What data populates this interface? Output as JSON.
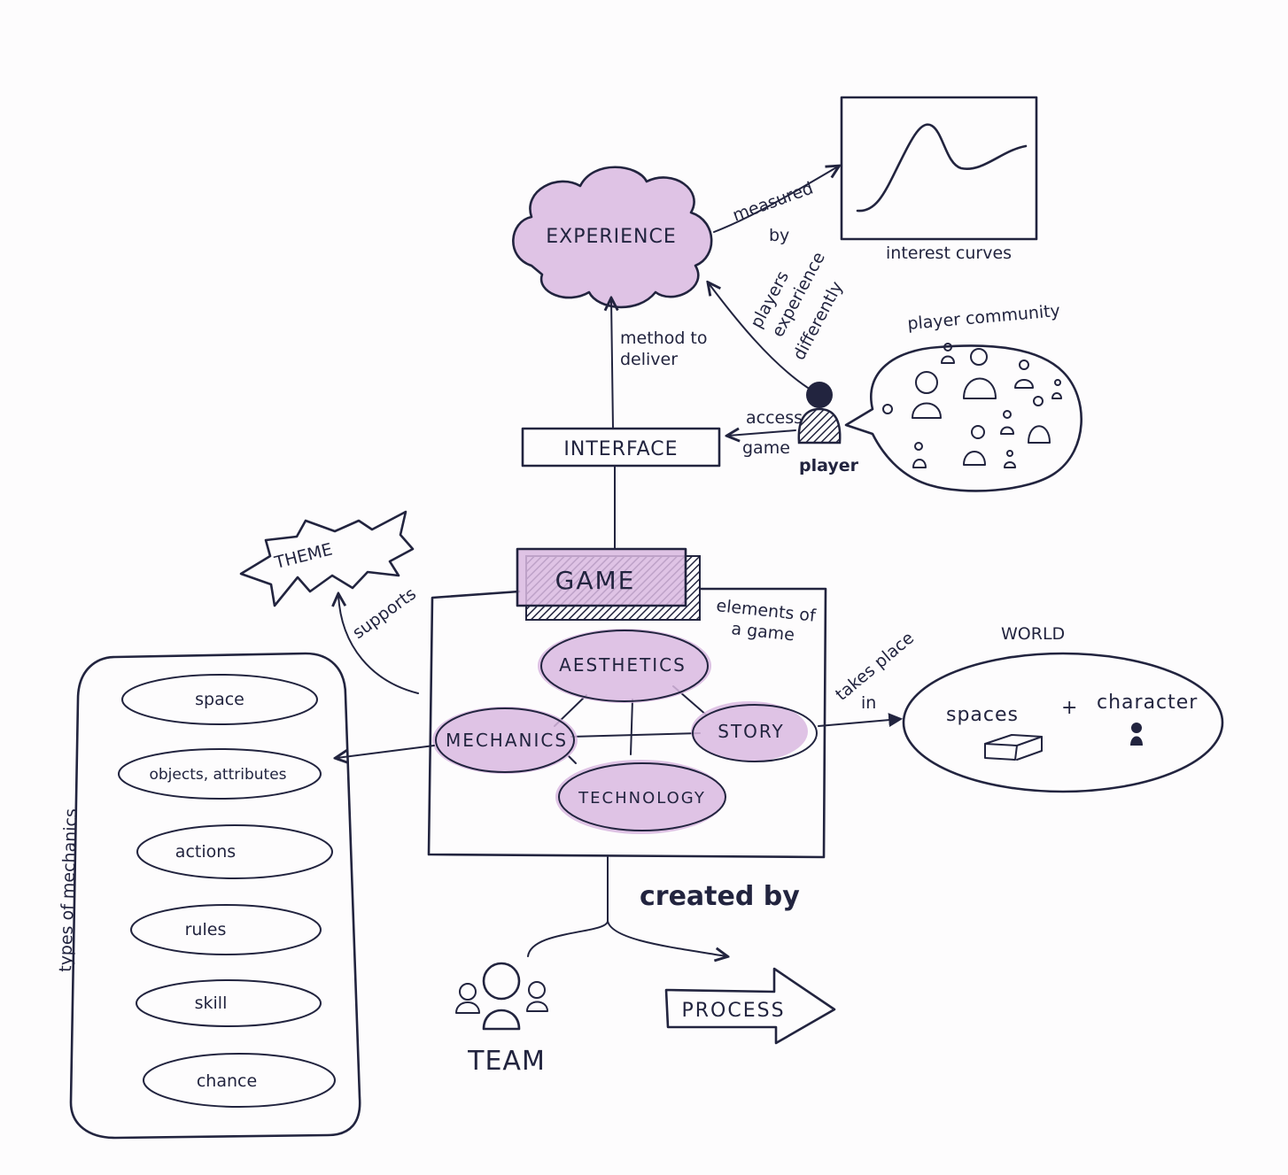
{
  "nodes": {
    "experience": "EXPERIENCE",
    "interface": "INTERFACE",
    "game": "GAME",
    "theme": "THEME",
    "world": "WORLD",
    "team": "TEAM",
    "process": "PROCESS",
    "player": "player",
    "interest_curves": "interest curves",
    "player_community": "player community"
  },
  "elements": {
    "title": "elements of a game",
    "aesthetics": "AESTHETICS",
    "mechanics": "MECHANICS",
    "story": "STORY",
    "technology": "TECHNOLOGY"
  },
  "world_parts": {
    "spaces": "spaces",
    "plus": "+",
    "character": "character"
  },
  "mechanics_types": {
    "title": "types of mechanics",
    "items": [
      "space",
      "objects, attributes",
      "actions",
      "rules",
      "skill",
      "chance"
    ]
  },
  "edges": {
    "measured_by": [
      "measured",
      "by"
    ],
    "method_to_deliver": [
      "method to",
      "deliver"
    ],
    "players_experience_differently": [
      "players",
      "experience",
      "differently"
    ],
    "access_game": [
      "access",
      "game"
    ],
    "supports": "supports",
    "takes_place_in": [
      "takes place",
      "in"
    ],
    "created_by": "created by"
  },
  "colors": {
    "ink": "#22243f",
    "highlight": "#d9b8e0",
    "paper": "#fdfcfd"
  }
}
